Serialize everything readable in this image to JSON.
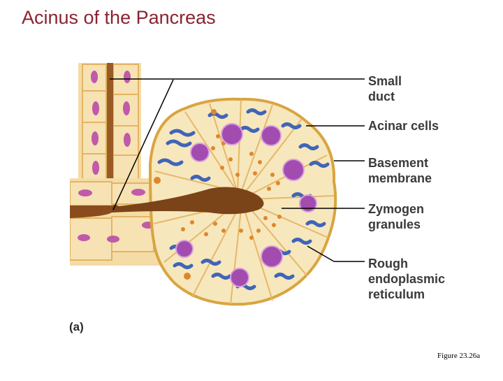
{
  "title": "Acinus of the Pancreas",
  "labels": {
    "small_duct": [
      "Small",
      "duct"
    ],
    "acinar_cells": [
      "Acinar cells"
    ],
    "basement_membrane": [
      "Basement",
      "membrane"
    ],
    "zymogen_granules": [
      "Zymogen",
      "granules"
    ],
    "rough_er": [
      "Rough",
      "endoplasmic",
      "reticulum"
    ]
  },
  "panel_letter": "(a)",
  "figure_caption": "Figure 23.26a",
  "colors": {
    "title": "#8b2332",
    "cell_fill": "#f7e7bc",
    "cell_border": "#d9a441",
    "lumen": "#7a4418",
    "nucleus": "#a24cb0",
    "rough_er": "#3f65b8",
    "zymogen": "#e0862a",
    "leader_line": "#000000"
  }
}
